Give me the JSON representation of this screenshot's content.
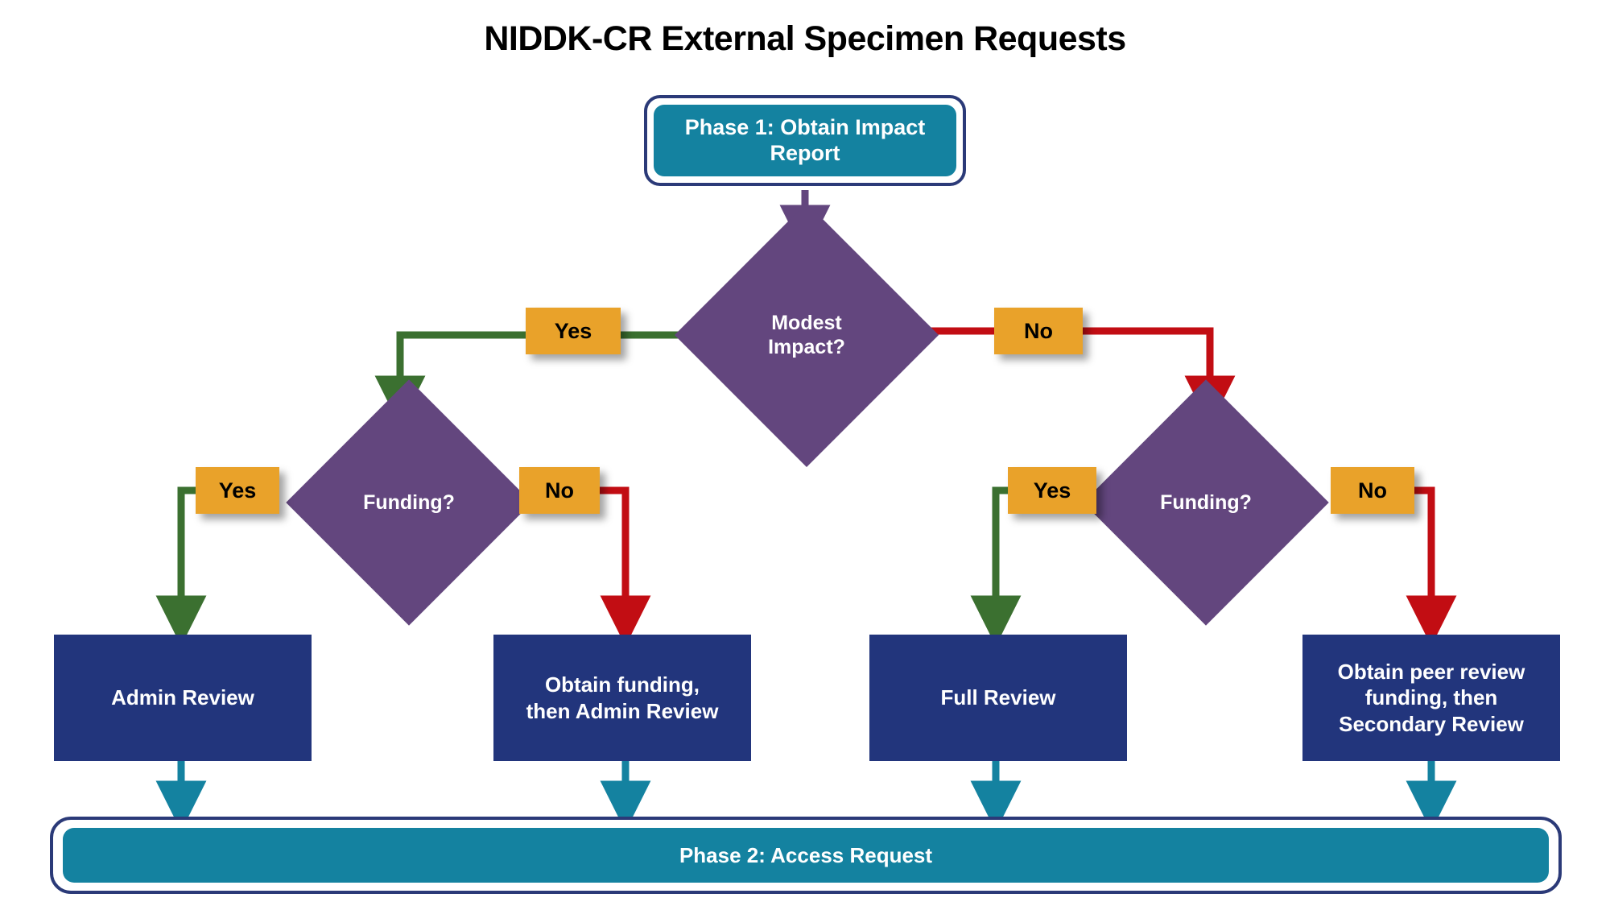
{
  "title": "NIDDK-CR External Specimen Requests",
  "colors": {
    "teal": "#1482a0",
    "navy_border": "#2b3a78",
    "purple": "#63467e",
    "orange": "#e9a22a",
    "navy_box": "#22357c",
    "green_edge": "#3b7030",
    "red_edge": "#c20d13",
    "background": "#ffffff"
  },
  "phases": {
    "phase1": "Phase 1:\nObtain Impact Report",
    "phase2": "Phase 2: Access Request"
  },
  "decisions": [
    {
      "id": "modest-impact",
      "label": "Modest\nImpact?"
    },
    {
      "id": "funding-left",
      "label": "Funding?"
    },
    {
      "id": "funding-right",
      "label": "Funding?"
    }
  ],
  "edge_labels": {
    "yes_top": "Yes",
    "no_top": "No",
    "yes_left": "Yes",
    "no_left": "No",
    "yes_right": "Yes",
    "no_right": "No"
  },
  "outcomes": [
    {
      "id": "admin-review",
      "label": "Admin Review"
    },
    {
      "id": "funding-then-admin",
      "label": "Obtain funding,\nthen Admin Review"
    },
    {
      "id": "full-review",
      "label": "Full Review"
    },
    {
      "id": "peer-review-funding",
      "label": "Obtain peer review\nfunding, then\nSecondary Review"
    }
  ],
  "flow": {
    "type": "flowchart",
    "nodes": [
      "Phase 1: Obtain Impact Report",
      "Modest Impact?",
      "Funding? (modest branch)",
      "Funding? (non-modest branch)",
      "Admin Review",
      "Obtain funding, then Admin Review",
      "Full Review",
      "Obtain peer review funding, then Secondary Review",
      "Phase 2: Access Request"
    ],
    "edges": [
      {
        "from": "Phase 1: Obtain Impact Report",
        "to": "Modest Impact?",
        "label": "",
        "color": "#63467e"
      },
      {
        "from": "Modest Impact?",
        "to": "Funding? (modest branch)",
        "label": "Yes",
        "color": "#3b7030"
      },
      {
        "from": "Modest Impact?",
        "to": "Funding? (non-modest branch)",
        "label": "No",
        "color": "#c20d13"
      },
      {
        "from": "Funding? (modest branch)",
        "to": "Admin Review",
        "label": "Yes",
        "color": "#3b7030"
      },
      {
        "from": "Funding? (modest branch)",
        "to": "Obtain funding, then Admin Review",
        "label": "No",
        "color": "#c20d13"
      },
      {
        "from": "Funding? (non-modest branch)",
        "to": "Full Review",
        "label": "Yes",
        "color": "#3b7030"
      },
      {
        "from": "Funding? (non-modest branch)",
        "to": "Obtain peer review funding, then Secondary Review",
        "label": "No",
        "color": "#c20d13"
      },
      {
        "from": "Admin Review",
        "to": "Phase 2: Access Request",
        "label": "",
        "color": "#1482a0"
      },
      {
        "from": "Obtain funding, then Admin Review",
        "to": "Phase 2: Access Request",
        "label": "",
        "color": "#1482a0"
      },
      {
        "from": "Full Review",
        "to": "Phase 2: Access Request",
        "label": "",
        "color": "#1482a0"
      },
      {
        "from": "Obtain peer review funding, then Secondary Review",
        "to": "Phase 2: Access Request",
        "label": "",
        "color": "#1482a0"
      }
    ]
  }
}
